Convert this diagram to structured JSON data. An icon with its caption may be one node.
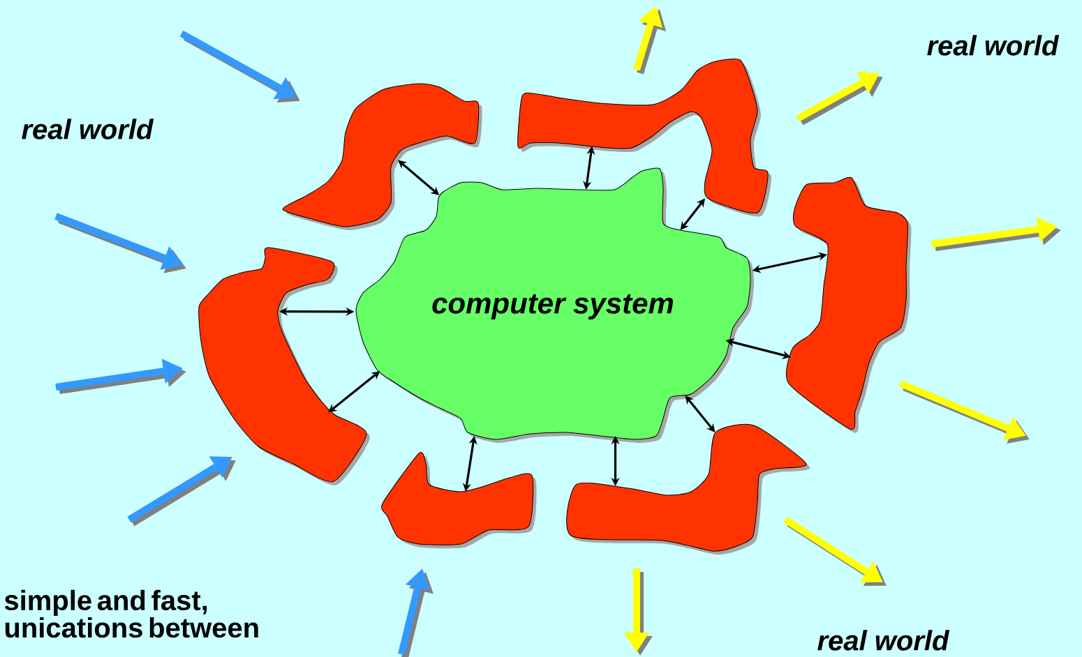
{
  "diagram": {
    "nodes": [
      {
        "text": [
          "computer system"
        ]
      },
      {
        "text": [],
        "shape": "blob"
      },
      {
        "text": [],
        "shape": "blob"
      },
      {
        "text": [],
        "shape": "blob"
      },
      {
        "text": [],
        "shape": "blob"
      },
      {
        "text": [],
        "shape": "blob"
      },
      {
        "text": [],
        "shape": "blob"
      }
    ],
    "edges": [
      {
        "from": 0,
        "to": 1,
        "arrow": "both"
      },
      {
        "from": 0,
        "to": 2,
        "arrow": "both"
      },
      {
        "from": 0,
        "to": 2,
        "arrow": "both"
      },
      {
        "from": 0,
        "to": 3,
        "arrow": "both"
      },
      {
        "from": 0,
        "to": 3,
        "arrow": "both"
      },
      {
        "from": 0,
        "to": 4,
        "arrow": "both"
      },
      {
        "from": 0,
        "to": 4,
        "arrow": "both"
      },
      {
        "from": 0,
        "to": 5,
        "arrow": "both"
      },
      {
        "from": 0,
        "to": 6,
        "arrow": "both"
      },
      {
        "from": 0,
        "to": 6,
        "arrow": "both"
      }
    ],
    "labels": [
      "real world",
      "real world",
      "real world",
      "simple and fast, unications between"
    ]
  }
}
